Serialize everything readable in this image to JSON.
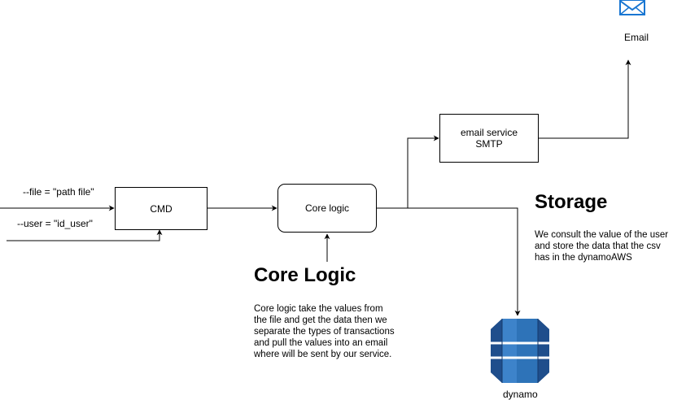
{
  "nodes": {
    "cmd": {
      "label": "CMD"
    },
    "core_logic": {
      "label": "Core logic"
    },
    "email_service": {
      "line1": "email service",
      "line2": "SMTP"
    },
    "email": {
      "label": "Email",
      "icon": "envelope-icon"
    },
    "dynamo": {
      "label": "dynamo",
      "icon": "dynamodb-icon"
    }
  },
  "inputs": {
    "file": "--file = \"path file\"",
    "user": "--user = \"id_user\""
  },
  "core_logic_note": {
    "title": "Core Logic",
    "lines": [
      "Core logic take the values from",
      "the file and get the data then we",
      "separate the types of transactions",
      "and pull the values into an email",
      "where will be sent by our service."
    ]
  },
  "storage_note": {
    "title": "Storage",
    "lines": [
      "We consult the value of the user",
      "and store the data that the csv",
      "has in the dynamoAWS"
    ]
  },
  "colors": {
    "envelope": "#1976d2",
    "dynamo_dark": "#1f4e8c",
    "dynamo_mid": "#2e73b8",
    "dynamo_light": "#4a90d9"
  }
}
